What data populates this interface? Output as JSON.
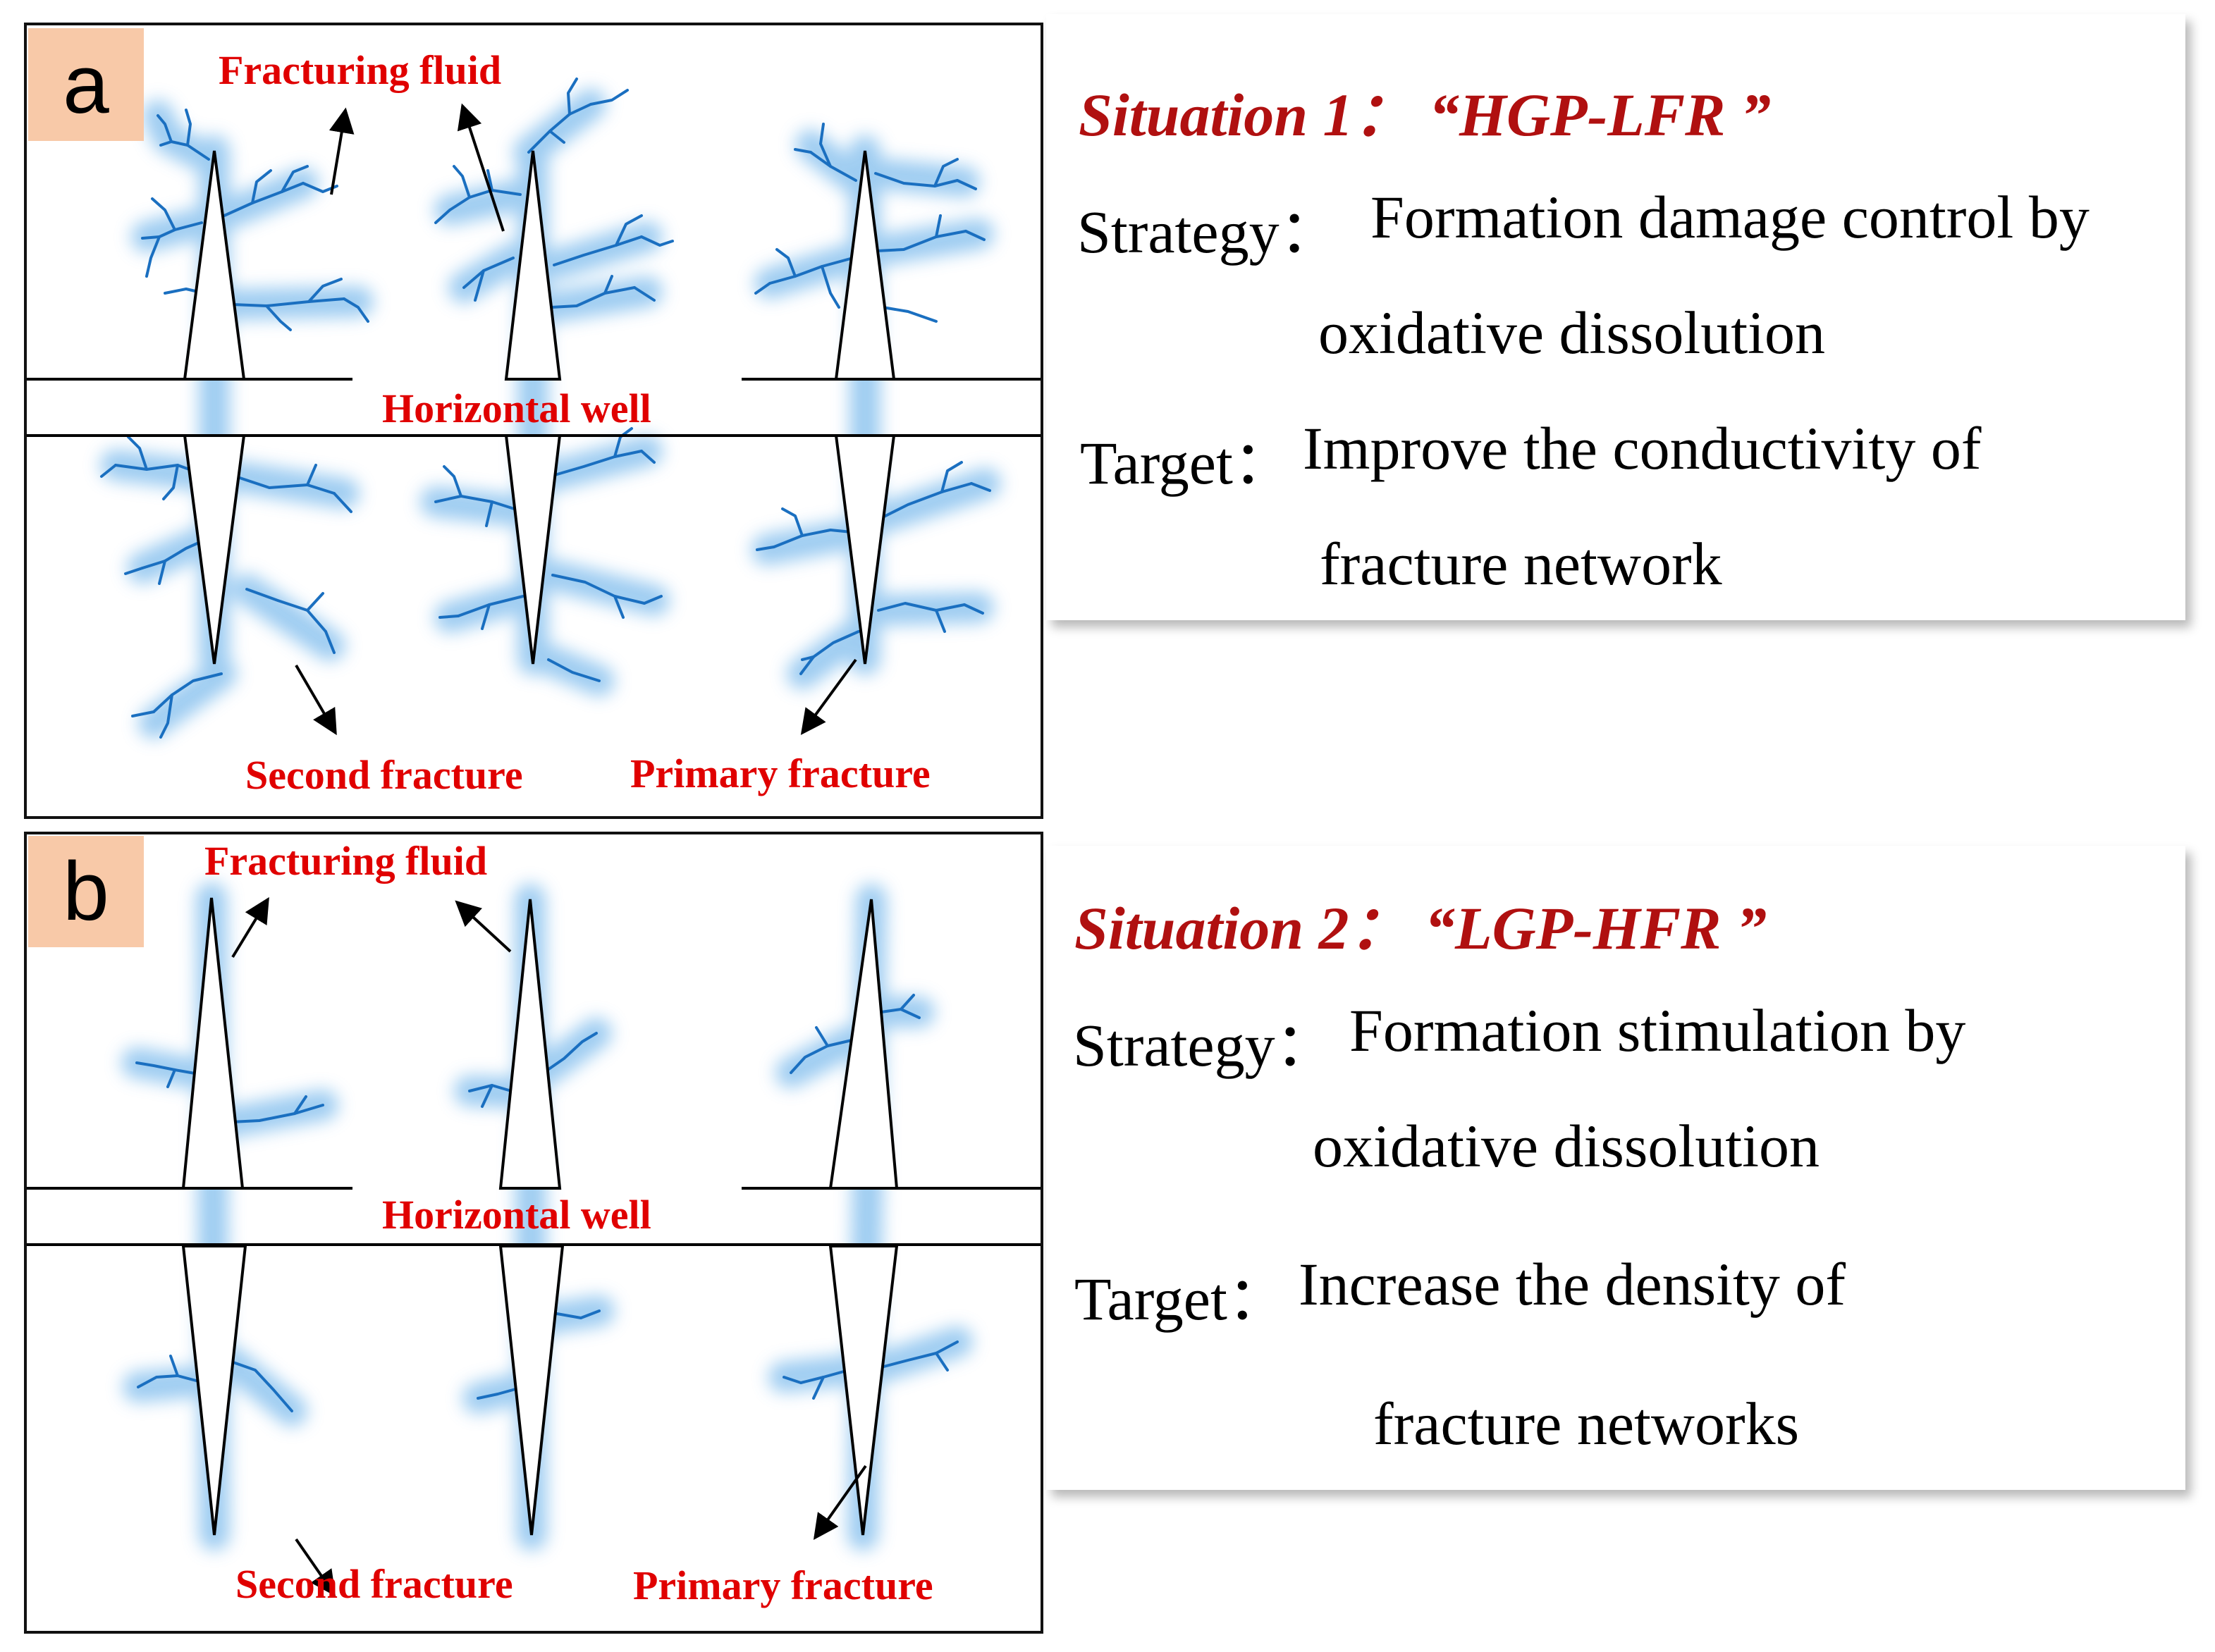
{
  "panel_a": {
    "tag": "a",
    "fluid_label": "Fracturing fluid",
    "well_label": "Horizontal well",
    "second_label": "Second fracture",
    "primary_label": "Primary fracture"
  },
  "panel_b": {
    "tag": "b",
    "fluid_label": "Fracturing fluid",
    "well_label": "Horizontal well",
    "second_label": "Second fracture",
    "primary_label": "Primary fracture"
  },
  "situation_1": {
    "title": "Situation 1：   “HGP-LFR ”",
    "strategy_label": "Strategy：",
    "strategy_line1": "Formation damage control by",
    "strategy_line2": "oxidative dissolution",
    "target_label": "Target：",
    "target_line1": "Improve the conductivity of",
    "target_line2": "fracture network"
  },
  "situation_2": {
    "title": "Situation 2：   “LGP-HFR ”",
    "strategy_label": "Strategy：",
    "strategy_line1": "Formation stimulation by",
    "strategy_line2": "oxidative dissolution",
    "target_label": "Target：",
    "target_line1": "Increase the density of",
    "target_line2": "fracture networks"
  },
  "colors": {
    "label_red": "#e00000",
    "title_red": "#b01010",
    "branch_blue": "#1a6fc0",
    "glow_blue": "#8ec4ef",
    "tag_fill": "#f8c9a8"
  }
}
